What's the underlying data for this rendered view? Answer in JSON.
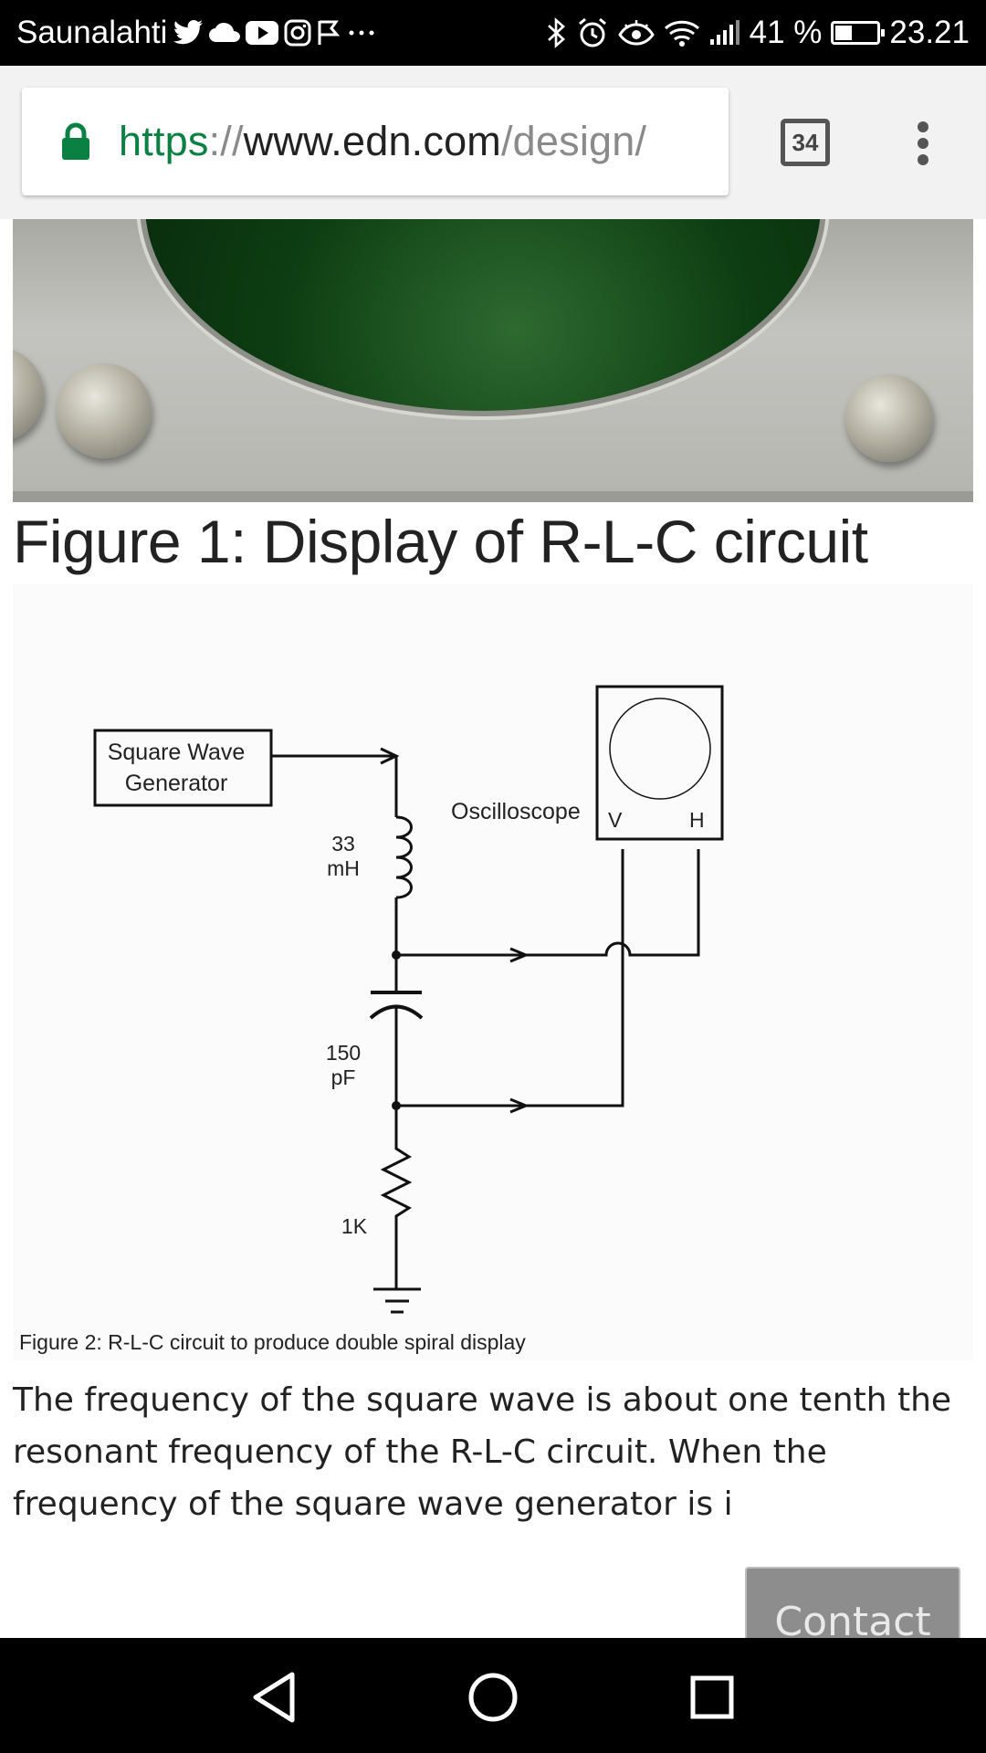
{
  "status_bar": {
    "carrier": "Saunalahti",
    "battery": "41 %",
    "battery_level": 0.41,
    "time": "23.21",
    "left_icons": [
      "twitter-icon",
      "cloud-icon",
      "youtube-icon",
      "instagram-icon",
      "flag-icon",
      "more-icon"
    ],
    "right_icons": [
      "bluetooth-icon",
      "alarm-icon",
      "eye-icon",
      "wifi-icon",
      "signal-icon",
      "battery-icon"
    ]
  },
  "browser": {
    "url_scheme": "https",
    "url_sep": "://",
    "url_host": "www.edn.com",
    "url_path": "/design/",
    "tab_count": "34"
  },
  "article": {
    "figure1_caption": "Figure 1: Display of R-L-C circuit",
    "diagram": {
      "generator_line1": "Square Wave",
      "generator_line2": "Generator",
      "oscilloscope": "Oscilloscope",
      "v_label": "V",
      "h_label": "H",
      "inductor_value": "33",
      "inductor_unit": "mH",
      "capacitor_value": "150",
      "capacitor_unit": "pF",
      "resistor": "1K",
      "caption": "Figure 2:  R-L-C circuit to produce double spiral display"
    },
    "paragraph_lines": [
      "The frequency of the square wave is about one tenth the",
      "resonant frequency of the R-L-C circuit. When the",
      "frequency of the square wave generator is i"
    ],
    "contact_label": "Contact"
  },
  "colors": {
    "secure_green": "#0b8043",
    "status_bar_bg": "#000000",
    "toolbar_bg": "#f2f2f2"
  }
}
